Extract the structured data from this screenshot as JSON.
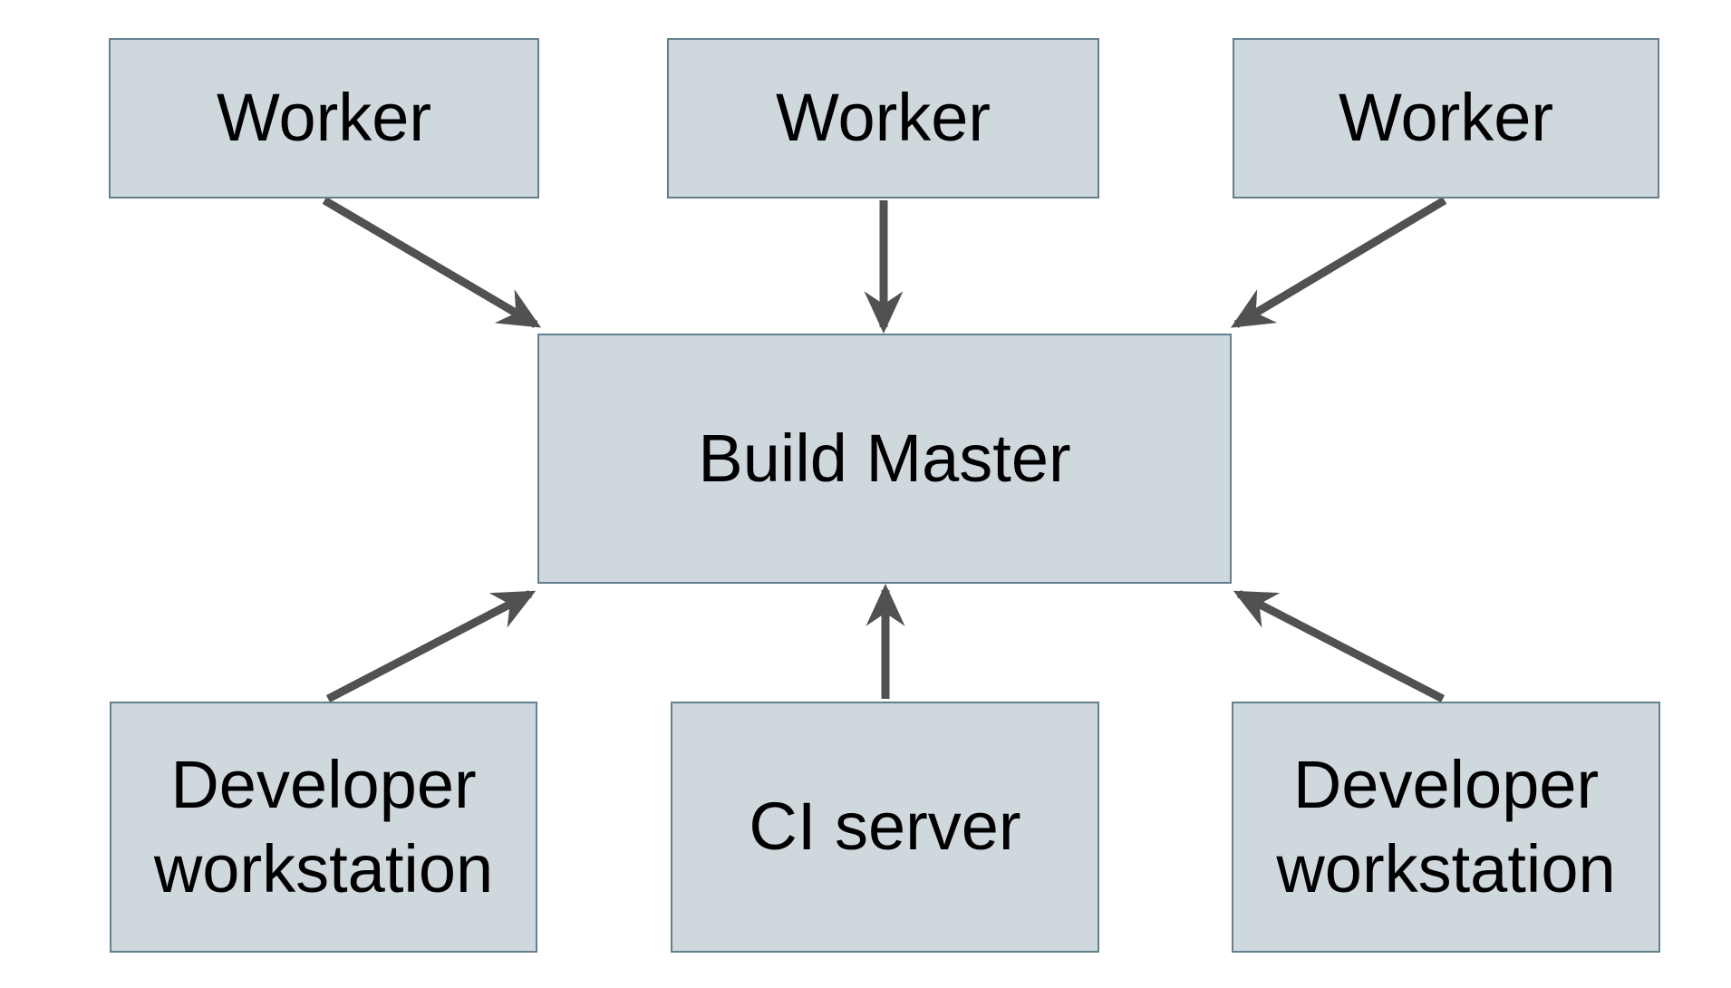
{
  "diagram": {
    "colors": {
      "background": "#ffffff",
      "node_fill": "#cfd8dc",
      "node_border": "#64808f",
      "arrow_color": "#515151",
      "text_color": "#000000"
    },
    "nodes": [
      {
        "id": "worker-1",
        "label": "Worker"
      },
      {
        "id": "worker-2",
        "label": "Worker"
      },
      {
        "id": "worker-3",
        "label": "Worker"
      },
      {
        "id": "build-master",
        "label": "Build Master"
      },
      {
        "id": "developer-workstation-1",
        "label": "Developer workstation"
      },
      {
        "id": "ci-server",
        "label": "CI server"
      },
      {
        "id": "developer-workstation-2",
        "label": "Developer workstation"
      }
    ],
    "edges": [
      {
        "from": "worker-1",
        "to": "build-master"
      },
      {
        "from": "worker-2",
        "to": "build-master"
      },
      {
        "from": "worker-3",
        "to": "build-master"
      },
      {
        "from": "developer-workstation-1",
        "to": "build-master"
      },
      {
        "from": "ci-server",
        "to": "build-master"
      },
      {
        "from": "developer-workstation-2",
        "to": "build-master"
      }
    ]
  }
}
